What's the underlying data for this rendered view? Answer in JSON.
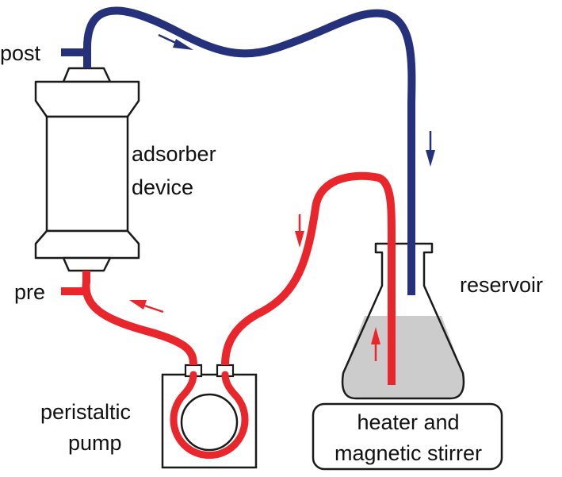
{
  "labels": {
    "post": "post",
    "pre": "pre",
    "adsorber_line1": "adsorber",
    "adsorber_line2": "device",
    "reservoir": "reservoir",
    "pump_line1": "peristaltic",
    "pump_line2": "pump",
    "heater_line1": "heater and",
    "heater_line2": "magnetic stirrer"
  },
  "colors": {
    "outflow_tube": "#25317a",
    "inflow_tube": "#e8262b",
    "liquid": "#cccccc",
    "outline": "#1a1a1a"
  }
}
